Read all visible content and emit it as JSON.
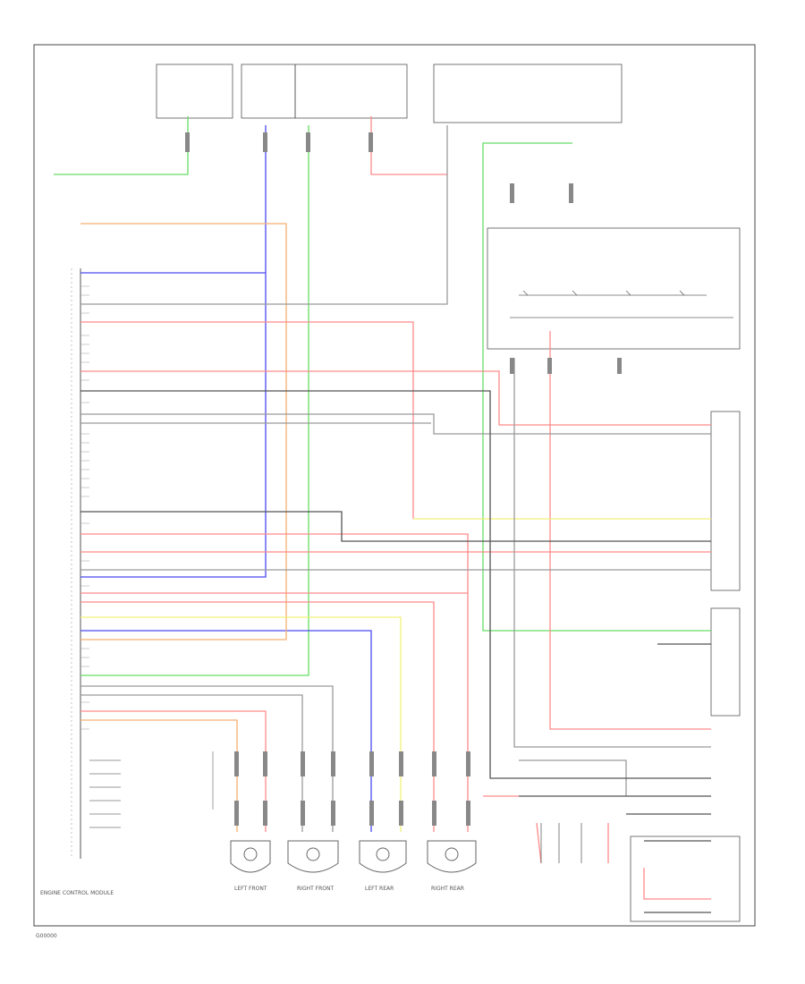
{
  "diagram": {
    "footer_code": "G00000",
    "left_title": "ENGINE CONTROL MODULE",
    "wheel_sensors": [
      "LEFT FRONT",
      "RIGHT FRONT",
      "LEFT REAR",
      "RIGHT REAR"
    ],
    "colors": {
      "red": "#ff8a8a",
      "green": "#66dd66",
      "blue": "#4a4af0",
      "orange": "#f5b070",
      "yellow": "#f0f07a",
      "gray": "#9a9a9a",
      "dark": "#555555",
      "frame": "#444444"
    }
  }
}
